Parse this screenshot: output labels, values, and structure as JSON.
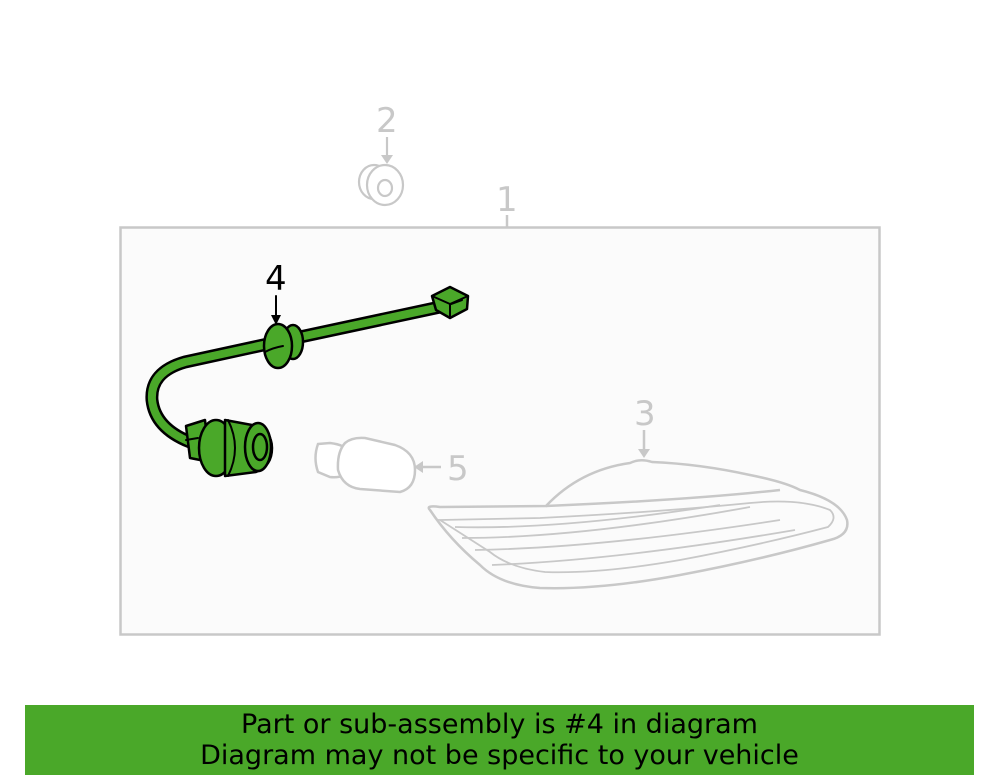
{
  "diagram": {
    "colors": {
      "highlight_fill": "#4aa829",
      "highlight_stroke": "#000000",
      "ghost_stroke": "#c8c8c8",
      "frame_stroke": "#c8c8c8"
    },
    "callouts": [
      {
        "number": "1",
        "part": "lamp-assembly-frame",
        "highlighted": false
      },
      {
        "number": "2",
        "part": "grommet",
        "highlighted": false
      },
      {
        "number": "3",
        "part": "lens-housing",
        "highlighted": false
      },
      {
        "number": "4",
        "part": "wiring-harness-socket",
        "highlighted": true
      },
      {
        "number": "5",
        "part": "bulb",
        "highlighted": false
      }
    ]
  },
  "banner": {
    "line1": "Part or sub-assembly is #4 in diagram",
    "line2": "Diagram may not be specific to your vehicle",
    "background": "#4aa829"
  }
}
